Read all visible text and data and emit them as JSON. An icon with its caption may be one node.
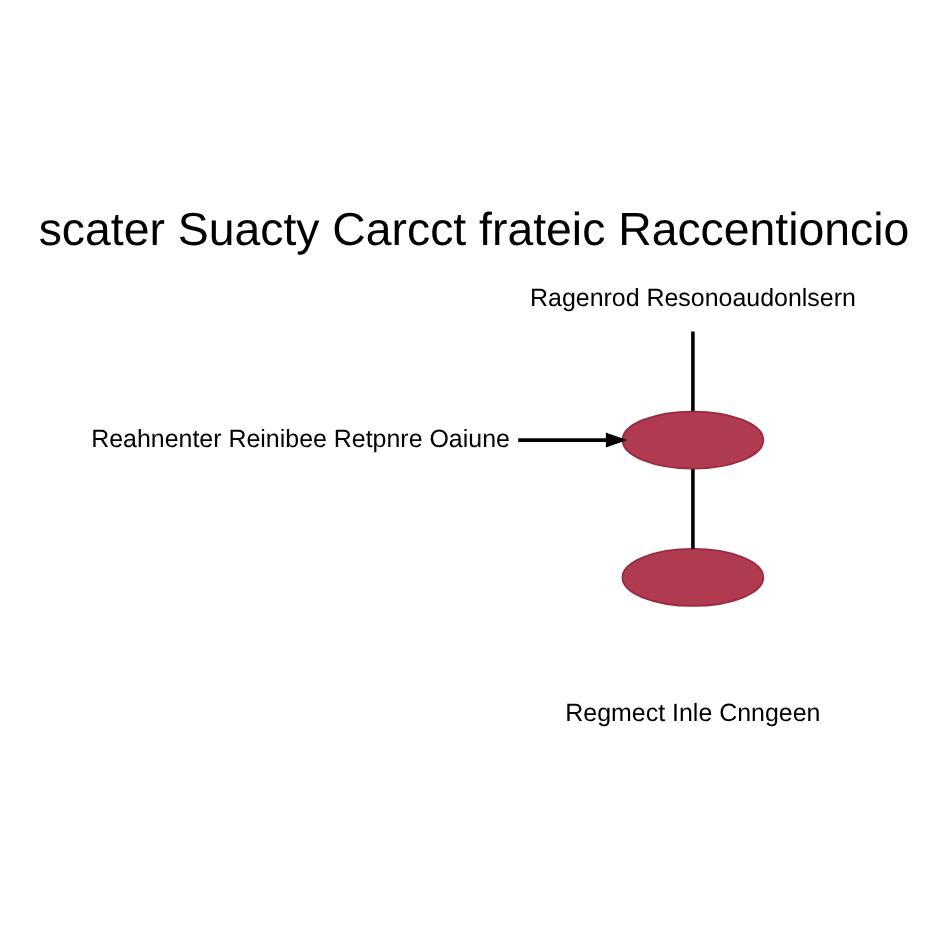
{
  "diagram": {
    "title": "scater Suacty Carcct frateic Raccentioncio",
    "nodes": [
      {
        "text": [
          "Ragenrod Resonoaudonlsern"
        ]
      },
      {
        "text": [],
        "shape": "ellipse"
      },
      {
        "text": [
          "Reahnenter Reinibee Retpnre Oaiune"
        ]
      },
      {
        "text": [],
        "shape": "ellipse",
        "beside": [
          "Regmect Inle Cnngeen"
        ]
      }
    ],
    "edges": [
      {
        "from": 0,
        "to": 1,
        "arrow": "none"
      },
      {
        "from": 2,
        "to": 1,
        "arrow": "to"
      },
      {
        "from": 1,
        "to": 3,
        "arrow": "none"
      }
    ]
  }
}
